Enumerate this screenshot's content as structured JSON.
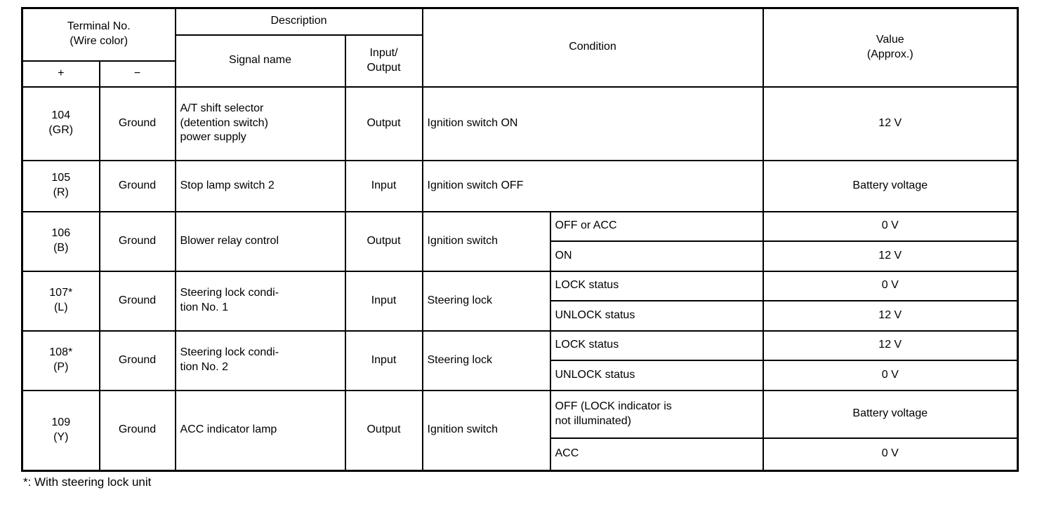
{
  "footnote": "*: With steering lock unit",
  "table": {
    "headers": {
      "terminal": "Terminal No.\n(Wire color)",
      "plus": "+",
      "minus": "−",
      "description": "Description",
      "signal_name": "Signal name",
      "input_output": "Input/\nOutput",
      "condition": "Condition",
      "value": "Value\n(Approx.)"
    },
    "rows": [
      {
        "terminal": "104\n(GR)",
        "ground": "Ground",
        "signal": "A/T shift selector\n(detention switch)\npower supply",
        "io": "Output",
        "condition": "Ignition switch ON",
        "value": "12 V"
      },
      {
        "terminal": "105\n(R)",
        "ground": "Ground",
        "signal": "Stop lamp switch 2",
        "io": "Input",
        "condition": "Ignition switch OFF",
        "value": "Battery voltage"
      },
      {
        "terminal": "106\n(B)",
        "ground": "Ground",
        "signal": "Blower relay control",
        "io": "Output",
        "cond_label": "Ignition switch",
        "cases": [
          {
            "c": "OFF or ACC",
            "v": "0 V"
          },
          {
            "c": "ON",
            "v": "12 V"
          }
        ]
      },
      {
        "terminal": "107*\n(L)",
        "ground": "Ground",
        "signal": "Steering lock condi-\ntion No. 1",
        "io": "Input",
        "cond_label": "Steering lock",
        "cases": [
          {
            "c": "LOCK status",
            "v": "0 V"
          },
          {
            "c": "UNLOCK status",
            "v": "12 V"
          }
        ]
      },
      {
        "terminal": "108*\n(P)",
        "ground": "Ground",
        "signal": "Steering lock condi-\ntion No. 2",
        "io": "Input",
        "cond_label": "Steering lock",
        "cases": [
          {
            "c": "LOCK status",
            "v": "12 V"
          },
          {
            "c": "UNLOCK status",
            "v": "0 V"
          }
        ]
      },
      {
        "terminal": "109\n(Y)",
        "ground": "Ground",
        "signal": "ACC indicator lamp",
        "io": "Output",
        "cond_label": "Ignition switch",
        "cases": [
          {
            "c": "OFF (LOCK indicator is\nnot illuminated)",
            "v": "Battery voltage"
          },
          {
            "c": "ACC",
            "v": "0 V"
          }
        ]
      }
    ]
  }
}
